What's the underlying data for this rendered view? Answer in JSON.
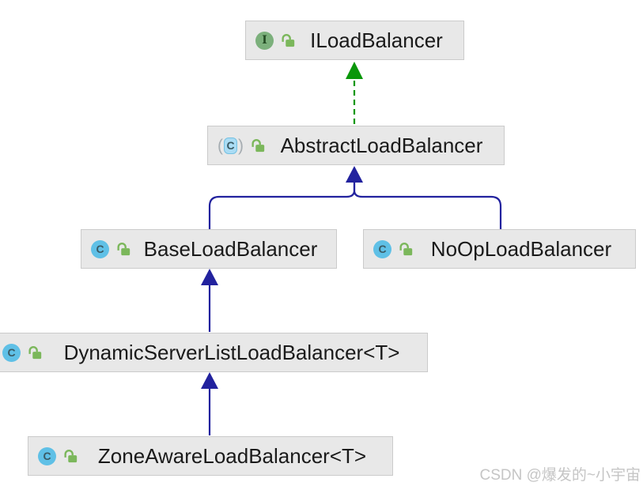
{
  "diagram": {
    "nodes": [
      {
        "label": "ILoadBalancer",
        "kind": "interface",
        "visibility": "public"
      },
      {
        "label": "AbstractLoadBalancer",
        "kind": "abstract-class",
        "visibility": "public"
      },
      {
        "label": "BaseLoadBalancer",
        "kind": "class",
        "visibility": "public"
      },
      {
        "label": "NoOpLoadBalancer",
        "kind": "class",
        "visibility": "public"
      },
      {
        "label": "DynamicServerListLoadBalancer<T>",
        "kind": "class",
        "visibility": "public"
      },
      {
        "label": "ZoneAwareLoadBalancer<T>",
        "kind": "class",
        "visibility": "public"
      }
    ],
    "edges": [
      {
        "from": "AbstractLoadBalancer",
        "to": "ILoadBalancer",
        "type": "implements"
      },
      {
        "from": "BaseLoadBalancer",
        "to": "AbstractLoadBalancer",
        "type": "extends"
      },
      {
        "from": "NoOpLoadBalancer",
        "to": "AbstractLoadBalancer",
        "type": "extends"
      },
      {
        "from": "DynamicServerListLoadBalancer<T>",
        "to": "BaseLoadBalancer",
        "type": "extends"
      },
      {
        "from": "ZoneAwareLoadBalancer<T>",
        "to": "DynamicServerListLoadBalancer<T>",
        "type": "extends"
      }
    ],
    "icons": {
      "class_letter": "C",
      "interface_letter": "I",
      "paren_open": "(",
      "paren_close": ")"
    },
    "colors": {
      "implements_edge": "#0a970a",
      "extends_edge": "#22229e",
      "node_fill": "#e8e8e8",
      "node_border": "#cbcbcb",
      "class_icon": "#5fc0e6",
      "interface_icon": "#7cb07c",
      "lock_icon": "#7bb75b"
    },
    "watermark": "CSDN @爆发的~小宇宙"
  }
}
